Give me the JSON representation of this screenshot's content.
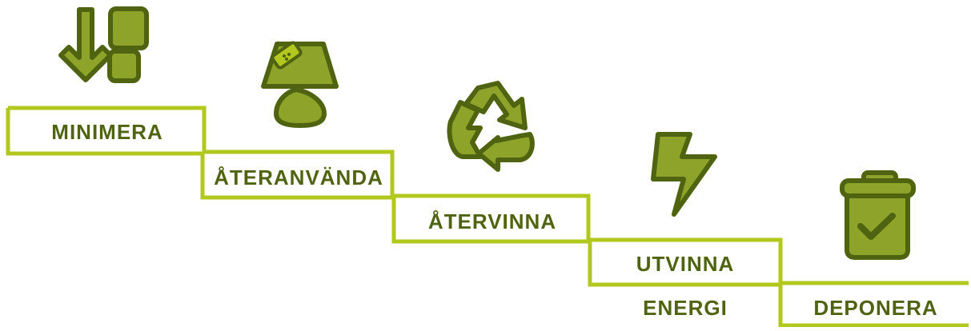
{
  "steps": [
    {
      "label": "MINIMERA",
      "icon": "minimize-icon"
    },
    {
      "label": "ÅTERANVÄNDA",
      "icon": "lamp-icon"
    },
    {
      "label": "ÅTERVINNA",
      "icon": "recycle-icon"
    },
    {
      "label": "UTVINNA",
      "label2": "ENERGI",
      "icon": "lightning-icon"
    },
    {
      "label": "DEPONERA",
      "icon": "trash-check-icon"
    }
  ],
  "colors": {
    "line": "#b3c81f",
    "icon_fill": "#8ea329",
    "icon_stroke": "#4f6310",
    "text": "#4f6310"
  }
}
